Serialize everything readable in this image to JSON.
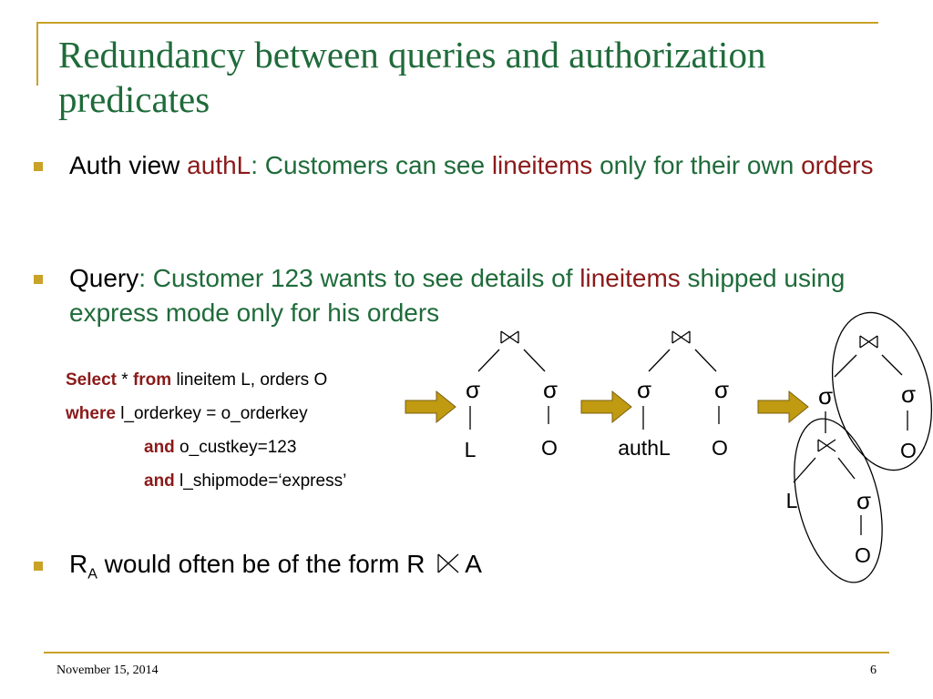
{
  "slide": {
    "title": "Redundancy between queries and authorization predicates",
    "bullets": {
      "b1": {
        "p1": "Auth view ",
        "p2": "authL",
        "p3": ": Customers can see ",
        "p4": "lineitems",
        "p5": " only for their own ",
        "p6": "orders"
      },
      "b2": {
        "p1": "Query",
        "p2": ": Customer 123 wants to see details of ",
        "p3": "lineitems",
        "p4": " shipped using express mode only for his orders"
      },
      "b3": {
        "p1": "R",
        "sub": "A",
        "p2": " would often be of the form R ",
        "p3": "A"
      }
    },
    "sql": {
      "l1_kw1": "Select",
      "l1_t1": " * ",
      "l1_kw2": "from",
      "l1_t2": " lineitem L, orders O",
      "l2_kw": "where",
      "l2_t": " l_orderkey = o_orderkey",
      "l3_kw": "and",
      "l3_t": " o_custkey=123",
      "l4_kw": "and",
      "l4_t": " l_shipmode=‘express’"
    },
    "trees": {
      "t1": {
        "sel_left": "σ",
        "sel_right": "σ",
        "leaf_left": "L",
        "leaf_right": "O"
      },
      "t2": {
        "sel_left": "σ",
        "sel_right": "σ",
        "leaf_left": "authL",
        "leaf_right": "O"
      },
      "t3": {
        "sel_left": "σ",
        "sel_right": "σ",
        "leaf_right": "O",
        "inner_leaf_left": "L",
        "inner_sel": "σ",
        "inner_leaf": "O"
      }
    },
    "colors": {
      "accent": "#c9a227",
      "title_green": "#1f6b3a",
      "maroon": "#8b1a1a",
      "arrow_fill": "#c09a10"
    },
    "footer": {
      "date": "November 15, 2014",
      "page": "6"
    }
  }
}
